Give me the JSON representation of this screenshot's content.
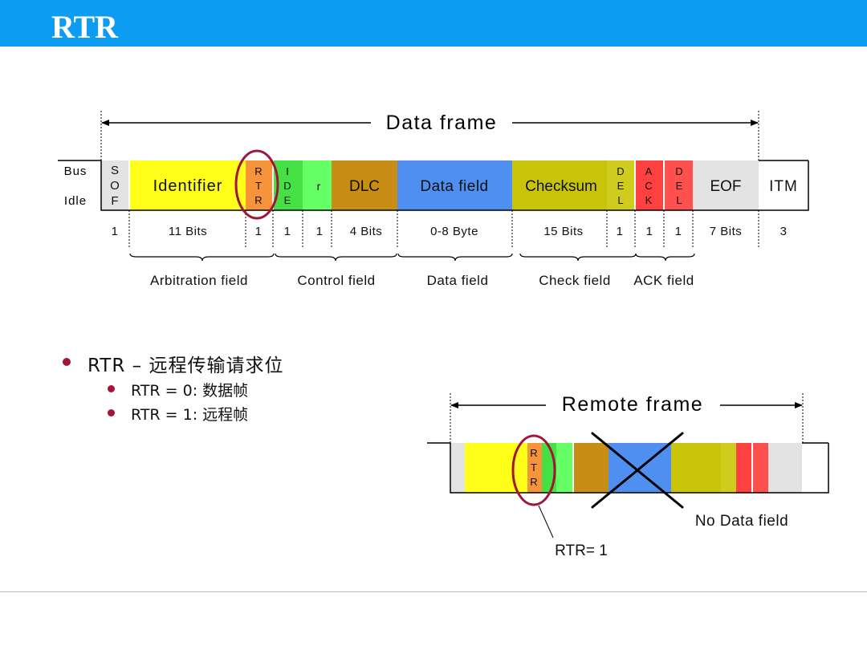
{
  "title": "RTR",
  "colors": {
    "header": "#0e9cf0",
    "sof": "#e3e3e3",
    "identifier": "#ffff1a",
    "rtr": "#f7933a",
    "ide": "#44e044",
    "r": "#66ff66",
    "dlc": "#c78d14",
    "data": "#4f8ff0",
    "checksum": "#c8c40a",
    "del": "#d0cc1e",
    "ack": "#ff4040",
    "ack_del": "#ff5050",
    "eof": "#e3e3e3",
    "itm": "#ffffff",
    "highlight": "#a3143a"
  },
  "data_frame": {
    "label": "Data frame",
    "bus_idle": [
      "Bus",
      "Idle"
    ],
    "fields": [
      {
        "id": "sof",
        "label": [
          "S",
          "O",
          "F"
        ],
        "bits": "1"
      },
      {
        "id": "identifier",
        "label": "Identifier",
        "bits": "11 Bits"
      },
      {
        "id": "rtr",
        "label": [
          "R",
          "T",
          "R"
        ],
        "bits": "1"
      },
      {
        "id": "ide",
        "label": [
          "I",
          "D",
          "E"
        ],
        "bits": "1"
      },
      {
        "id": "r",
        "label": "r",
        "bits": "1"
      },
      {
        "id": "dlc",
        "label": "DLC",
        "bits": "4 Bits"
      },
      {
        "id": "data",
        "label": "Data field",
        "bits": "0-8 Byte"
      },
      {
        "id": "checksum",
        "label": "Checksum",
        "bits": "15 Bits"
      },
      {
        "id": "del",
        "label": [
          "D",
          "E",
          "L"
        ],
        "bits": "1"
      },
      {
        "id": "ack",
        "label": [
          "A",
          "C",
          "K"
        ],
        "bits": "1"
      },
      {
        "id": "ack_del",
        "label": [
          "D",
          "E",
          "L"
        ],
        "bits": "1"
      },
      {
        "id": "eof",
        "label": "EOF",
        "bits": "7 Bits"
      },
      {
        "id": "itm",
        "label": "ITM",
        "bits": "3"
      }
    ],
    "groups": [
      {
        "id": "arbitration",
        "label": "Arbitration field"
      },
      {
        "id": "control",
        "label": "Control field"
      },
      {
        "id": "data",
        "label": "Data field"
      },
      {
        "id": "check",
        "label": "Check field"
      },
      {
        "id": "ack",
        "label": "ACK field"
      }
    ]
  },
  "remote_frame": {
    "label": "Remote frame",
    "rtr_label": [
      "R",
      "T",
      "R"
    ],
    "no_data_label": "No Data field",
    "rtr_value_label": "RTR= 1"
  },
  "bullets": {
    "main": "RTR – 远程传输请求位",
    "sub": [
      "RTR =  0:  数据帧",
      "RTR =  1:  远程帧"
    ]
  }
}
